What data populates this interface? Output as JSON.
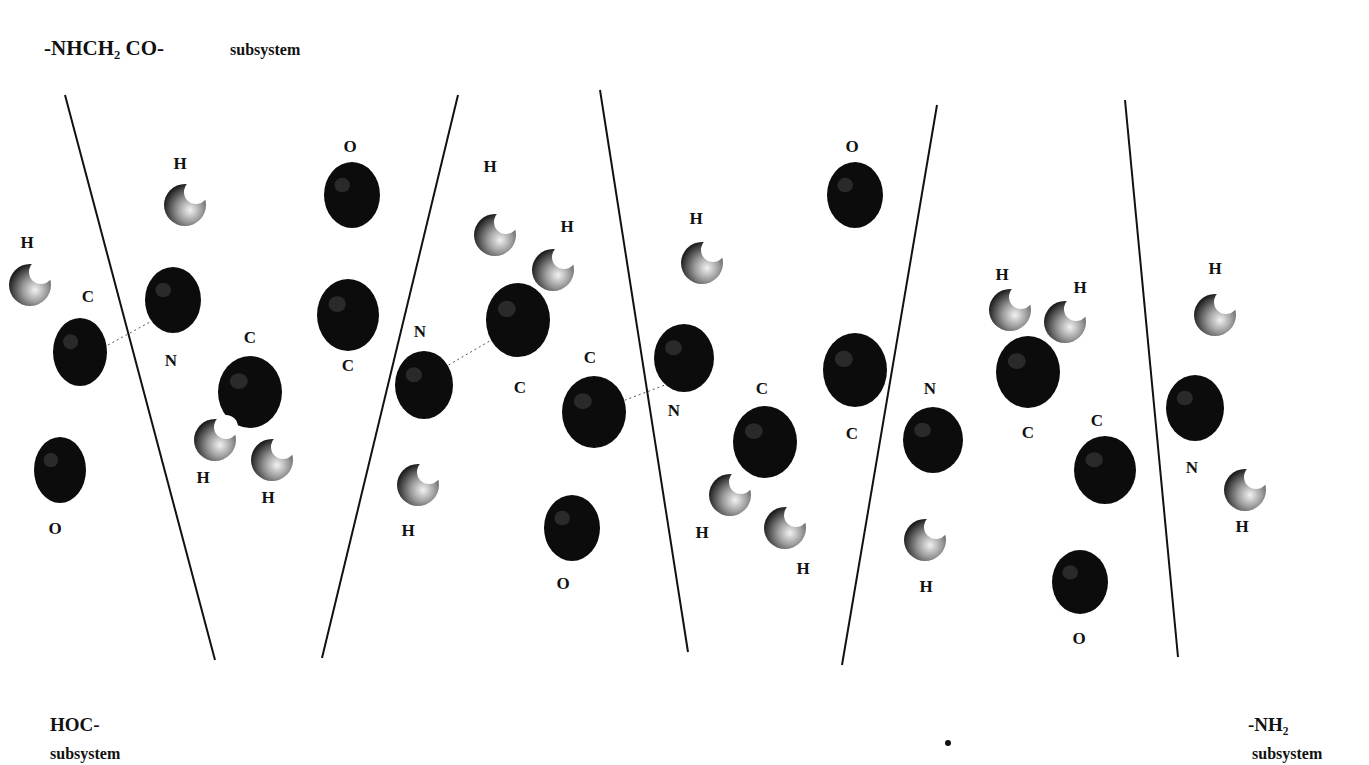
{
  "diagram": {
    "labels": [
      "-NHCH₂ CO-",
      "subsystem",
      "H",
      "C",
      "O",
      "H",
      "N",
      "C",
      "H",
      "H",
      "O",
      "C",
      "N",
      "H",
      "H",
      "H",
      "C",
      "C",
      "O",
      "H",
      "N",
      "C",
      "H",
      "H",
      "O",
      "C",
      "N",
      "H",
      "H",
      "H",
      "C",
      "C",
      "O",
      "H",
      "N",
      "H",
      "HOC-",
      "subsystem",
      "-NH₂",
      "subsystem"
    ]
  }
}
